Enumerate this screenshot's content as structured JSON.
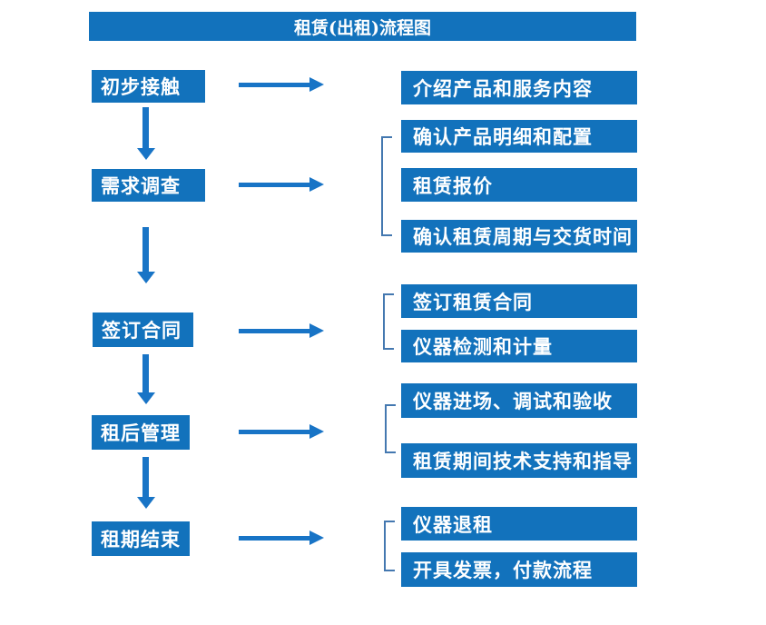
{
  "title": "租赁(出租)流程图",
  "colors": {
    "box_blue": "#1272BC",
    "arrow_blue": "#1874C6",
    "bracket_blue": "#4478B0",
    "text_white": "#FFFFFF",
    "background": "#FFFFFF"
  },
  "steps": [
    {
      "label": "初步接触"
    },
    {
      "label": "需求调查"
    },
    {
      "label": "签订合同"
    },
    {
      "label": "租后管理"
    },
    {
      "label": "租期结束"
    }
  ],
  "details": [
    {
      "label": "介绍产品和服务内容"
    },
    {
      "label": "确认产品明细和配置"
    },
    {
      "label": "租赁报价"
    },
    {
      "label": "确认租赁周期与交货时间"
    },
    {
      "label": "签订租赁合同"
    },
    {
      "label": "仪器检测和计量"
    },
    {
      "label": "仪器进场、调试和验收"
    },
    {
      "label": "租赁期间技术支持和指导"
    },
    {
      "label": "仪器退租"
    },
    {
      "label": "开具发票，付款流程"
    }
  ]
}
